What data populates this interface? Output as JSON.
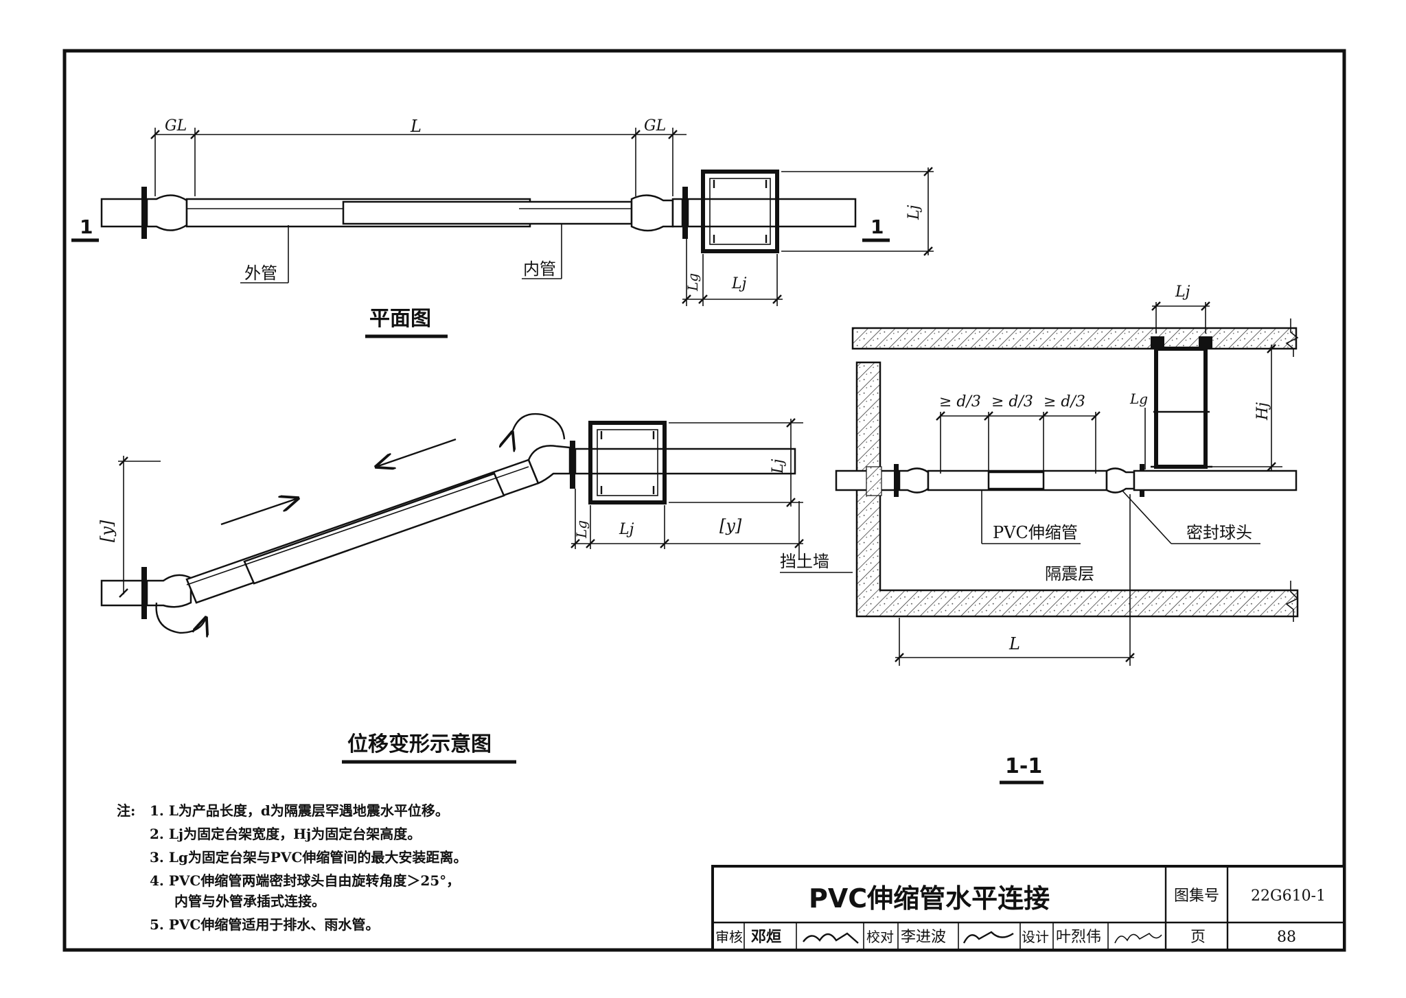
{
  "plan": {
    "title": "平面图",
    "dim_gl_left": "GL",
    "dim_l": "L",
    "dim_gl_right": "GL",
    "dim_lj_side": "Lj",
    "dim_lg": "Lg",
    "dim_lj_bottom": "Lj",
    "section_mark_left": "1",
    "section_mark_right": "1",
    "label_outer_pipe": "外管",
    "label_inner_pipe": "内管"
  },
  "deform": {
    "title": "位移变形示意图",
    "dim_y_left": "[y]",
    "dim_lj_side": "Lj",
    "dim_lg": "Lg",
    "dim_lj_bottom": "Lj",
    "dim_y_bottom": "[y]",
    "label_retaining_wall": "挡土墙"
  },
  "section": {
    "title": "1-1",
    "dim_lj_top": "Lj",
    "dim_hj": "Hj",
    "dim_lg": "Lg",
    "dim_d3_1": "≥ d/3",
    "dim_d3_2": "≥ d/3",
    "dim_d3_3": "≥ d/3",
    "label_pvc_pipe": "PVC伸缩管",
    "label_ball_head": "密封球头",
    "label_isolation_layer": "隔震层",
    "dim_l_bottom": "L"
  },
  "notes": {
    "prefix": "注:",
    "items": [
      "1. L为产品长度，d为隔震层罕遇地震水平位移。",
      "2. Lj为固定台架宽度，Hj为固定台架高度。",
      "3. Lg为固定台架与PVC伸缩管间的最大安装距离。",
      "4. PVC伸缩管两端密封球头自由旋转角度＞25°，",
      "内管与外管承插式连接。",
      "5. PVC伸缩管适用于排水、雨水管。"
    ]
  },
  "title_block": {
    "drawing_title": "PVC伸缩管水平连接",
    "atlas_label": "图集号",
    "atlas_number": "22G610-1",
    "review_label": "审核",
    "reviewer": "邓烜",
    "check_label": "校对",
    "checker": "李进波",
    "design_label": "设计",
    "designer": "叶烈伟",
    "page_label": "页",
    "page_number": "88"
  }
}
